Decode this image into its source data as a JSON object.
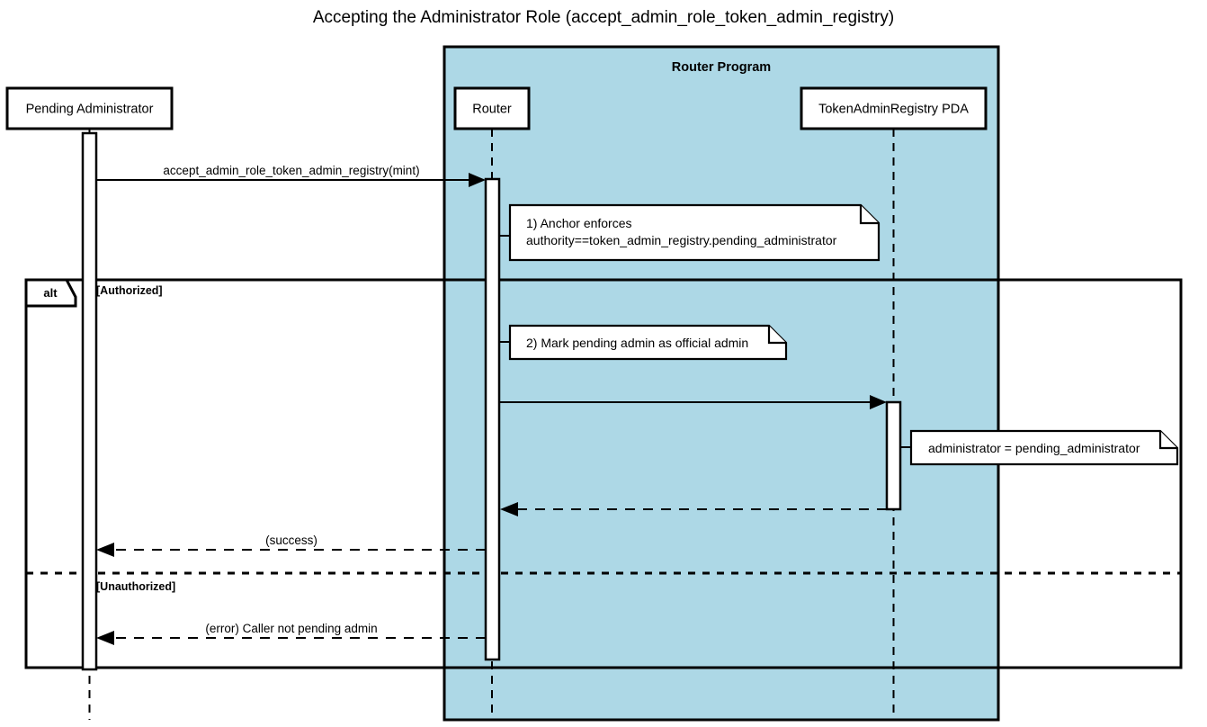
{
  "diagram": {
    "type": "uml-sequence-diagram",
    "title": "Accepting the Administrator Role (accept_admin_role_token_admin_registry)",
    "background_color": "#FFFFFF",
    "group_fill_color": "#ADD8E6",
    "line_color": "#000000"
  },
  "groups": [
    {
      "id": "router-program",
      "label": "Router Program",
      "fill": "#ADD8E6"
    }
  ],
  "participants": [
    {
      "id": "pending-administrator",
      "label": "Pending Administrator",
      "group": null
    },
    {
      "id": "router",
      "label": "Router",
      "group": "router-program"
    },
    {
      "id": "token-admin-registry-pda",
      "label": "TokenAdminRegistry PDA",
      "group": "router-program"
    }
  ],
  "messages": [
    {
      "id": "msg-1",
      "label": "accept_admin_role_token_admin_registry(mint)",
      "from": "pending-administrator",
      "to": "router",
      "style": "solid",
      "arrow": "filled"
    },
    {
      "id": "msg-2",
      "label": "",
      "from": "router",
      "to": "token-admin-registry-pda",
      "style": "solid",
      "arrow": "filled"
    },
    {
      "id": "msg-3",
      "label": "",
      "from": "token-admin-registry-pda",
      "to": "router",
      "style": "dashed",
      "arrow": "filled"
    },
    {
      "id": "msg-4",
      "label": "(success)",
      "from": "router",
      "to": "pending-administrator",
      "style": "dashed",
      "arrow": "filled"
    },
    {
      "id": "msg-5",
      "label": "(error) Caller not pending admin",
      "from": "router",
      "to": "pending-administrator",
      "style": "dashed",
      "arrow": "filled"
    }
  ],
  "notes": [
    {
      "id": "note-1",
      "anchor": "router",
      "lines": [
        "1) Anchor enforces",
        "authority==token_admin_registry.pending_administrator"
      ]
    },
    {
      "id": "note-2",
      "anchor": "router",
      "lines": [
        "2) Mark pending admin as official admin"
      ]
    },
    {
      "id": "note-3",
      "anchor": "token-admin-registry-pda",
      "lines": [
        "administrator = pending_administrator"
      ]
    }
  ],
  "fragments": [
    {
      "id": "alt-fragment",
      "kind": "alt",
      "operands": [
        {
          "guard": "[Authorized]"
        },
        {
          "guard": "[Unauthorized]"
        }
      ]
    }
  ]
}
